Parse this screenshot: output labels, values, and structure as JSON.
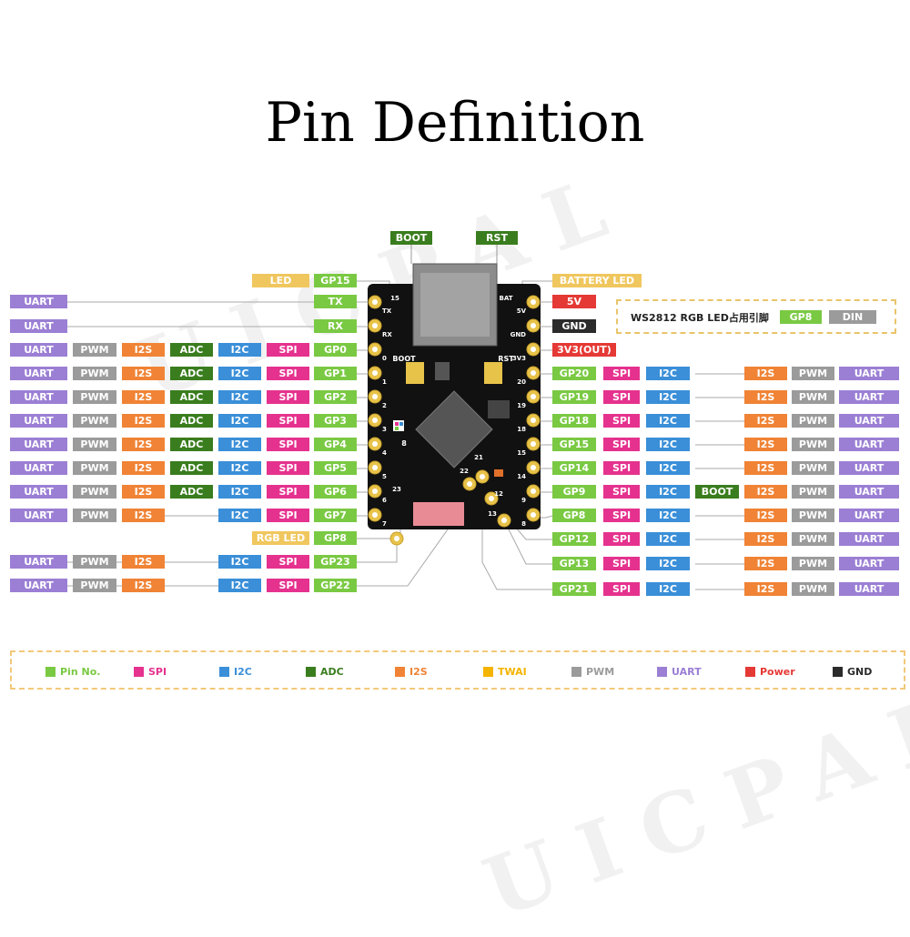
{
  "title": "Pin Definition",
  "watermark": "UICPAL",
  "colors": {
    "pin": "#7ac943",
    "spi": "#e5328e",
    "i2c": "#3a8fd8",
    "adc": "#3a7d1e",
    "i2s": "#f08335",
    "twai": "#f4b400",
    "pwm": "#9b9b9b",
    "uart": "#9b7fd4",
    "power": "#e53935",
    "gnd": "#2b2b2b",
    "led": "#f0c75e",
    "boot": "#3a7d1e"
  },
  "top_labels": [
    {
      "text": "BOOT",
      "kind": "boot"
    },
    {
      "text": "RST",
      "kind": "boot"
    }
  ],
  "left_rows": [
    {
      "pin": "GP15",
      "funcs": [
        {
          "t": "LED",
          "k": "led"
        }
      ]
    },
    {
      "pin": "TX",
      "funcs": [
        {
          "t": "UART",
          "k": "uart"
        }
      ]
    },
    {
      "pin": "RX",
      "funcs": [
        {
          "t": "UART",
          "k": "uart"
        }
      ]
    },
    {
      "pin": "GP0",
      "funcs": [
        {
          "t": "UART",
          "k": "uart"
        },
        {
          "t": "PWM",
          "k": "pwm"
        },
        {
          "t": "I2S",
          "k": "i2s"
        },
        {
          "t": "ADC",
          "k": "adc"
        },
        {
          "t": "I2C",
          "k": "i2c"
        },
        {
          "t": "SPI",
          "k": "spi"
        }
      ]
    },
    {
      "pin": "GP1",
      "funcs": [
        {
          "t": "UART",
          "k": "uart"
        },
        {
          "t": "PWM",
          "k": "pwm"
        },
        {
          "t": "I2S",
          "k": "i2s"
        },
        {
          "t": "ADC",
          "k": "adc"
        },
        {
          "t": "I2C",
          "k": "i2c"
        },
        {
          "t": "SPI",
          "k": "spi"
        }
      ]
    },
    {
      "pin": "GP2",
      "funcs": [
        {
          "t": "UART",
          "k": "uart"
        },
        {
          "t": "PWM",
          "k": "pwm"
        },
        {
          "t": "I2S",
          "k": "i2s"
        },
        {
          "t": "ADC",
          "k": "adc"
        },
        {
          "t": "I2C",
          "k": "i2c"
        },
        {
          "t": "SPI",
          "k": "spi"
        }
      ]
    },
    {
      "pin": "GP3",
      "funcs": [
        {
          "t": "UART",
          "k": "uart"
        },
        {
          "t": "PWM",
          "k": "pwm"
        },
        {
          "t": "I2S",
          "k": "i2s"
        },
        {
          "t": "ADC",
          "k": "adc"
        },
        {
          "t": "I2C",
          "k": "i2c"
        },
        {
          "t": "SPI",
          "k": "spi"
        }
      ]
    },
    {
      "pin": "GP4",
      "funcs": [
        {
          "t": "UART",
          "k": "uart"
        },
        {
          "t": "PWM",
          "k": "pwm"
        },
        {
          "t": "I2S",
          "k": "i2s"
        },
        {
          "t": "ADC",
          "k": "adc"
        },
        {
          "t": "I2C",
          "k": "i2c"
        },
        {
          "t": "SPI",
          "k": "spi"
        }
      ]
    },
    {
      "pin": "GP5",
      "funcs": [
        {
          "t": "UART",
          "k": "uart"
        },
        {
          "t": "PWM",
          "k": "pwm"
        },
        {
          "t": "I2S",
          "k": "i2s"
        },
        {
          "t": "ADC",
          "k": "adc"
        },
        {
          "t": "I2C",
          "k": "i2c"
        },
        {
          "t": "SPI",
          "k": "spi"
        }
      ]
    },
    {
      "pin": "GP6",
      "funcs": [
        {
          "t": "UART",
          "k": "uart"
        },
        {
          "t": "PWM",
          "k": "pwm"
        },
        {
          "t": "I2S",
          "k": "i2s"
        },
        {
          "t": "ADC",
          "k": "adc"
        },
        {
          "t": "I2C",
          "k": "i2c"
        },
        {
          "t": "SPI",
          "k": "spi"
        }
      ]
    },
    {
      "pin": "GP7",
      "funcs": [
        {
          "t": "UART",
          "k": "uart"
        },
        {
          "t": "PWM",
          "k": "pwm"
        },
        {
          "t": "I2S",
          "k": "i2s"
        },
        {
          "t": "",
          "k": ""
        },
        {
          "t": "I2C",
          "k": "i2c"
        },
        {
          "t": "SPI",
          "k": "spi"
        }
      ]
    },
    {
      "pin": "GP8",
      "funcs": [
        {
          "t": "RGB LED",
          "k": "led"
        }
      ]
    },
    {
      "pin": "GP23",
      "funcs": [
        {
          "t": "UART",
          "k": "uart"
        },
        {
          "t": "PWM",
          "k": "pwm"
        },
        {
          "t": "I2S",
          "k": "i2s"
        },
        {
          "t": "",
          "k": ""
        },
        {
          "t": "I2C",
          "k": "i2c"
        },
        {
          "t": "SPI",
          "k": "spi"
        }
      ]
    },
    {
      "pin": "GP22",
      "funcs": [
        {
          "t": "UART",
          "k": "uart"
        },
        {
          "t": "PWM",
          "k": "pwm"
        },
        {
          "t": "I2S",
          "k": "i2s"
        },
        {
          "t": "",
          "k": ""
        },
        {
          "t": "I2C",
          "k": "i2c"
        },
        {
          "t": "SPI",
          "k": "spi"
        }
      ]
    }
  ],
  "right_rows": [
    {
      "pin": "BATTERY LED",
      "pin_kind": "led",
      "funcs": []
    },
    {
      "pin": "5V",
      "pin_kind": "power",
      "funcs": []
    },
    {
      "pin": "GND",
      "pin_kind": "gnd",
      "funcs": []
    },
    {
      "pin": "3V3(OUT)",
      "pin_kind": "power",
      "funcs": []
    },
    {
      "pin": "GP20",
      "pin_kind": "pin",
      "funcs": [
        {
          "t": "SPI",
          "k": "spi"
        },
        {
          "t": "I2C",
          "k": "i2c"
        },
        {
          "t": "",
          "k": ""
        },
        {
          "t": "I2S",
          "k": "i2s"
        },
        {
          "t": "PWM",
          "k": "pwm"
        },
        {
          "t": "UART",
          "k": "uart"
        }
      ]
    },
    {
      "pin": "GP19",
      "pin_kind": "pin",
      "funcs": [
        {
          "t": "SPI",
          "k": "spi"
        },
        {
          "t": "I2C",
          "k": "i2c"
        },
        {
          "t": "",
          "k": ""
        },
        {
          "t": "I2S",
          "k": "i2s"
        },
        {
          "t": "PWM",
          "k": "pwm"
        },
        {
          "t": "UART",
          "k": "uart"
        }
      ]
    },
    {
      "pin": "GP18",
      "pin_kind": "pin",
      "funcs": [
        {
          "t": "SPI",
          "k": "spi"
        },
        {
          "t": "I2C",
          "k": "i2c"
        },
        {
          "t": "",
          "k": ""
        },
        {
          "t": "I2S",
          "k": "i2s"
        },
        {
          "t": "PWM",
          "k": "pwm"
        },
        {
          "t": "UART",
          "k": "uart"
        }
      ]
    },
    {
      "pin": "GP15",
      "pin_kind": "pin",
      "funcs": [
        {
          "t": "SPI",
          "k": "spi"
        },
        {
          "t": "I2C",
          "k": "i2c"
        },
        {
          "t": "",
          "k": ""
        },
        {
          "t": "I2S",
          "k": "i2s"
        },
        {
          "t": "PWM",
          "k": "pwm"
        },
        {
          "t": "UART",
          "k": "uart"
        }
      ]
    },
    {
      "pin": "GP14",
      "pin_kind": "pin",
      "funcs": [
        {
          "t": "SPI",
          "k": "spi"
        },
        {
          "t": "I2C",
          "k": "i2c"
        },
        {
          "t": "",
          "k": ""
        },
        {
          "t": "I2S",
          "k": "i2s"
        },
        {
          "t": "PWM",
          "k": "pwm"
        },
        {
          "t": "UART",
          "k": "uart"
        }
      ]
    },
    {
      "pin": "GP9",
      "pin_kind": "pin",
      "funcs": [
        {
          "t": "SPI",
          "k": "spi"
        },
        {
          "t": "I2C",
          "k": "i2c"
        },
        {
          "t": "BOOT",
          "k": "boot"
        },
        {
          "t": "I2S",
          "k": "i2s"
        },
        {
          "t": "PWM",
          "k": "pwm"
        },
        {
          "t": "UART",
          "k": "uart"
        }
      ]
    },
    {
      "pin": "GP8",
      "pin_kind": "pin",
      "funcs": [
        {
          "t": "SPI",
          "k": "spi"
        },
        {
          "t": "I2C",
          "k": "i2c"
        },
        {
          "t": "",
          "k": ""
        },
        {
          "t": "I2S",
          "k": "i2s"
        },
        {
          "t": "PWM",
          "k": "pwm"
        },
        {
          "t": "UART",
          "k": "uart"
        }
      ]
    },
    {
      "pin": "GP12",
      "pin_kind": "pin",
      "funcs": [
        {
          "t": "SPI",
          "k": "spi"
        },
        {
          "t": "I2C",
          "k": "i2c"
        },
        {
          "t": "",
          "k": ""
        },
        {
          "t": "I2S",
          "k": "i2s"
        },
        {
          "t": "PWM",
          "k": "pwm"
        },
        {
          "t": "UART",
          "k": "uart"
        }
      ]
    },
    {
      "pin": "GP13",
      "pin_kind": "pin",
      "funcs": [
        {
          "t": "SPI",
          "k": "spi"
        },
        {
          "t": "I2C",
          "k": "i2c"
        },
        {
          "t": "",
          "k": ""
        },
        {
          "t": "I2S",
          "k": "i2s"
        },
        {
          "t": "PWM",
          "k": "pwm"
        },
        {
          "t": "UART",
          "k": "uart"
        }
      ]
    },
    {
      "pin": "GP21",
      "pin_kind": "pin",
      "funcs": [
        {
          "t": "SPI",
          "k": "spi"
        },
        {
          "t": "I2C",
          "k": "i2c"
        },
        {
          "t": "",
          "k": ""
        },
        {
          "t": "I2S",
          "k": "i2s"
        },
        {
          "t": "PWM",
          "k": "pwm"
        },
        {
          "t": "UART",
          "k": "uart"
        }
      ]
    }
  ],
  "board": {
    "left_pin_numbers": [
      "15",
      "TX",
      "RX",
      "0",
      "1",
      "2",
      "3",
      "4",
      "5",
      "6",
      "7"
    ],
    "right_pin_numbers": [
      "BAT",
      "5V",
      "GND",
      "3V3",
      "20",
      "19",
      "18",
      "15",
      "14",
      "9",
      "8"
    ],
    "bottom_pads": [
      "23",
      "22",
      "21",
      "12",
      "13"
    ],
    "rgb_label": "8",
    "boot_text": "BOOT",
    "rst_text": "RST"
  },
  "ws2812": {
    "text": "WS2812 RGB LED占用引脚",
    "pin": "GP8",
    "func": "DIN"
  },
  "legend": [
    {
      "label": "Pin No.",
      "k": "pin"
    },
    {
      "label": "SPI",
      "k": "spi"
    },
    {
      "label": "I2C",
      "k": "i2c"
    },
    {
      "label": "ADC",
      "k": "adc"
    },
    {
      "label": "I2S",
      "k": "i2s"
    },
    {
      "label": "TWAI",
      "k": "twai"
    },
    {
      "label": "PWM",
      "k": "pwm"
    },
    {
      "label": "UART",
      "k": "uart"
    },
    {
      "label": "Power",
      "k": "power"
    },
    {
      "label": "GND",
      "k": "gnd"
    }
  ]
}
